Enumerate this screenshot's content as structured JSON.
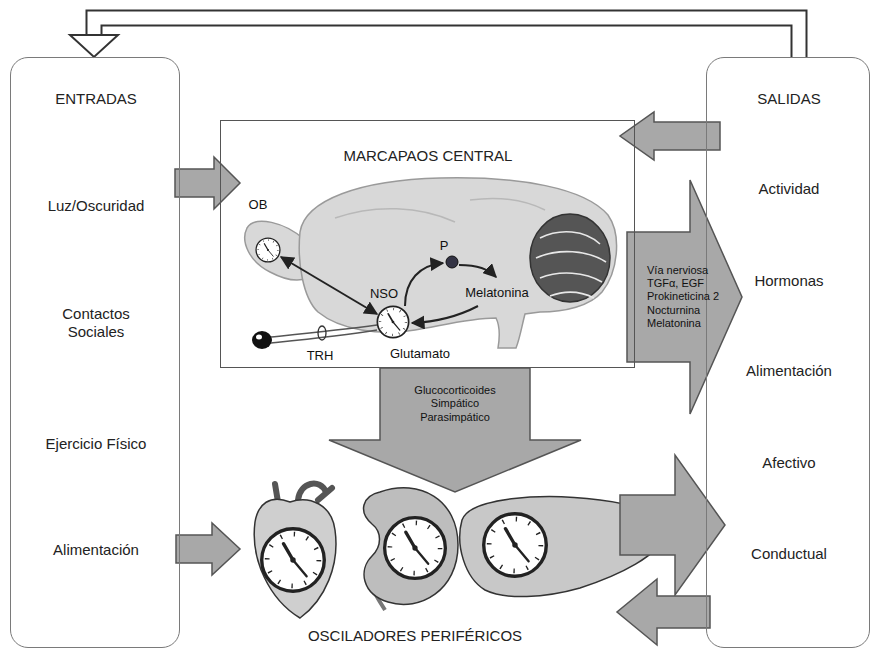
{
  "diagram": {
    "nodes": [
      {
        "text": [
          "ENTRADAS",
          "Luz/Oscuridad",
          "Contactos Sociales",
          "Ejercicio Físico",
          "Alimentación"
        ]
      },
      {
        "text": [
          "MARCAPAOS CENTRAL"
        ]
      },
      {
        "text": [
          "SALIDAS",
          "Actividad",
          "Hormonas",
          "Alimentación",
          "Afectivo",
          "Conductual"
        ]
      },
      {
        "text": [
          "OSCILADORES PERIFÉRICOS"
        ]
      }
    ],
    "edges": [
      {
        "from": 0,
        "to": 1,
        "arrow": "to"
      },
      {
        "from": 2,
        "to": 1,
        "arrow": "to"
      },
      {
        "from": 1,
        "to": 2,
        "label": "Vía nerviosa TGFα, EGF Prokineticina 2 Nocturnina Melatonina",
        "arrow": "to"
      },
      {
        "from": 1,
        "to": 3,
        "label": "Glucocorticoides Simpático Parasimpático",
        "arrow": "to"
      },
      {
        "from": 0,
        "to": 3,
        "arrow": "to"
      },
      {
        "from": 3,
        "to": 2,
        "arrow": "to"
      },
      {
        "from": 2,
        "to": 3,
        "arrow": "to"
      },
      {
        "from": 2,
        "to": 0,
        "arrow": "to"
      }
    ],
    "labels": [
      "OB",
      "P",
      "NSO",
      "Melatonina",
      "TRH",
      "Glutamato"
    ]
  }
}
